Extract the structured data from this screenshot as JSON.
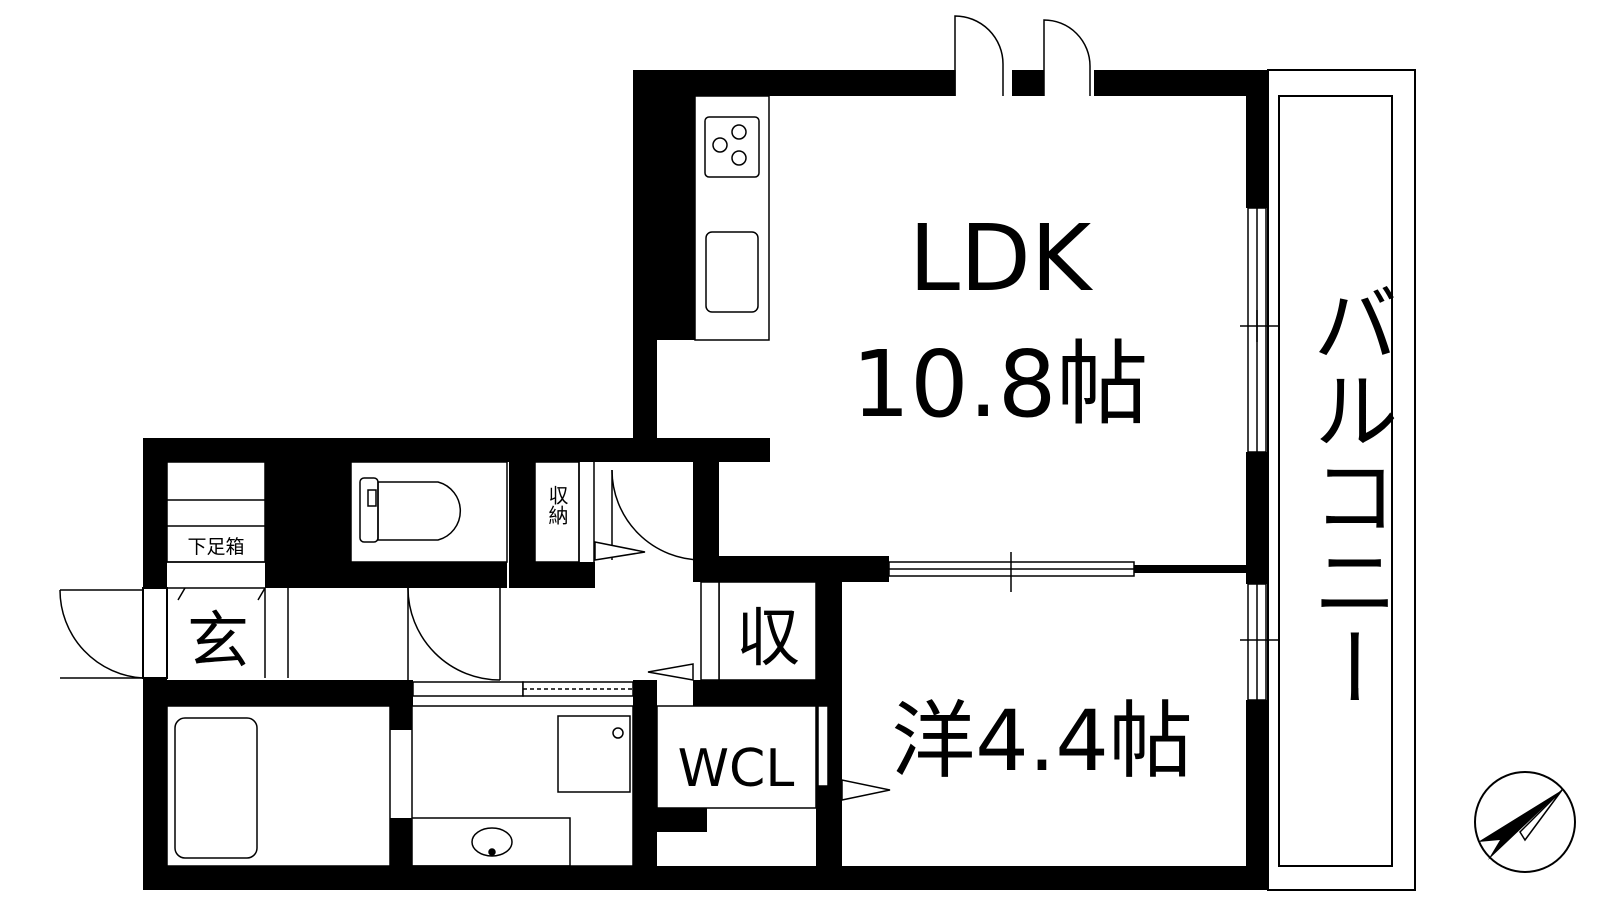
{
  "rooms": {
    "ldk_name": "LDK",
    "ldk_size": "10.8帖",
    "western_room": "洋4.4帖",
    "balcony": "バルコニー",
    "entrance": "玄",
    "storage": "収",
    "walk_in_closet": "WCL",
    "storage_small": "収納",
    "shoe_box": "下足箱"
  },
  "colors": {
    "wall": "#000000",
    "background": "#ffffff",
    "glass": "#ffffff"
  },
  "compass": {
    "icon": "north-arrow-icon"
  }
}
